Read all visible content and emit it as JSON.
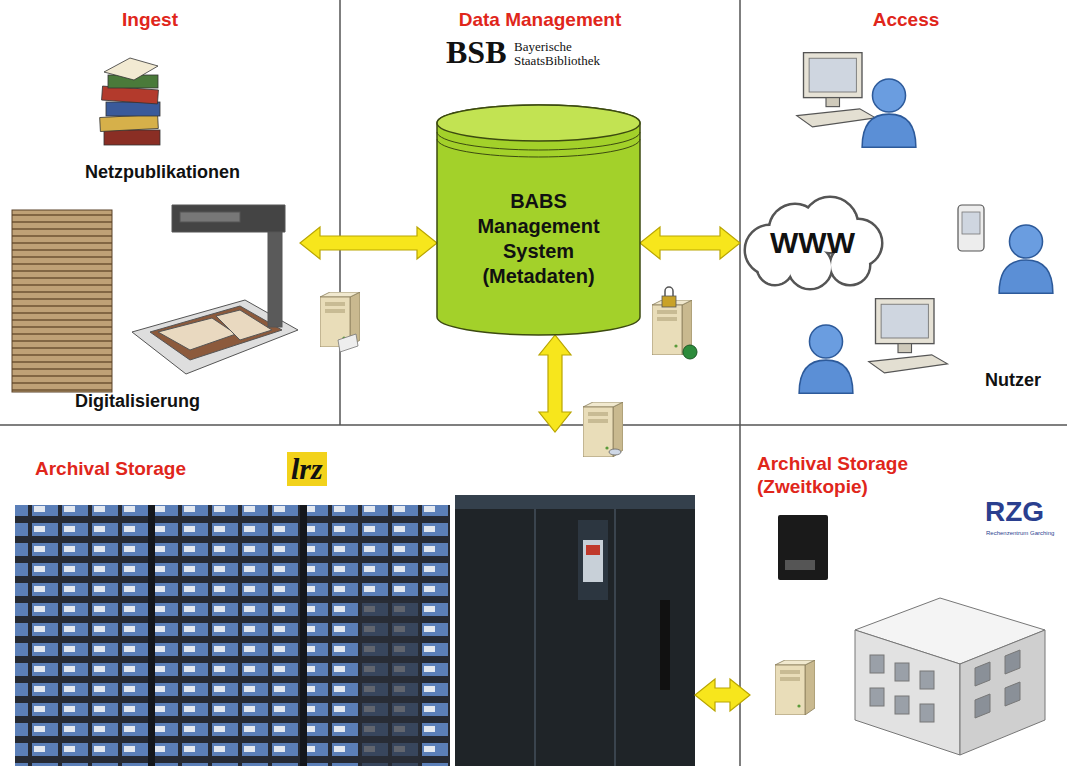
{
  "diagram": {
    "nodes": [
      {
        "text": [
          "Ingest"
        ]
      },
      {
        "text": [
          "Data Management"
        ]
      },
      {
        "text": [
          "BABS Management System (Metadaten)"
        ],
        "in": 1
      },
      {
        "text": [
          "Access"
        ]
      },
      {
        "text": [
          "WWW"
        ],
        "in": 3
      },
      {
        "text": [
          "Archival Storage"
        ]
      },
      {
        "text": [
          "Archival Storage (Zweitkopie)"
        ]
      }
    ],
    "edges": [
      {
        "from": 0,
        "to": 2,
        "arrow": "both"
      },
      {
        "from": 2,
        "to": 4,
        "arrow": "both"
      },
      {
        "from": 2,
        "to": 5,
        "arrow": "both"
      },
      {
        "from": 5,
        "to": 6,
        "arrow": "both"
      }
    ],
    "labels": [
      "Netzpublikationen",
      "Digitalisierung",
      "BSB",
      "Bayerische StaatsBibliothek",
      "Nutzer",
      "lrz",
      "RZG",
      "Rechenzentrum Garching"
    ]
  }
}
